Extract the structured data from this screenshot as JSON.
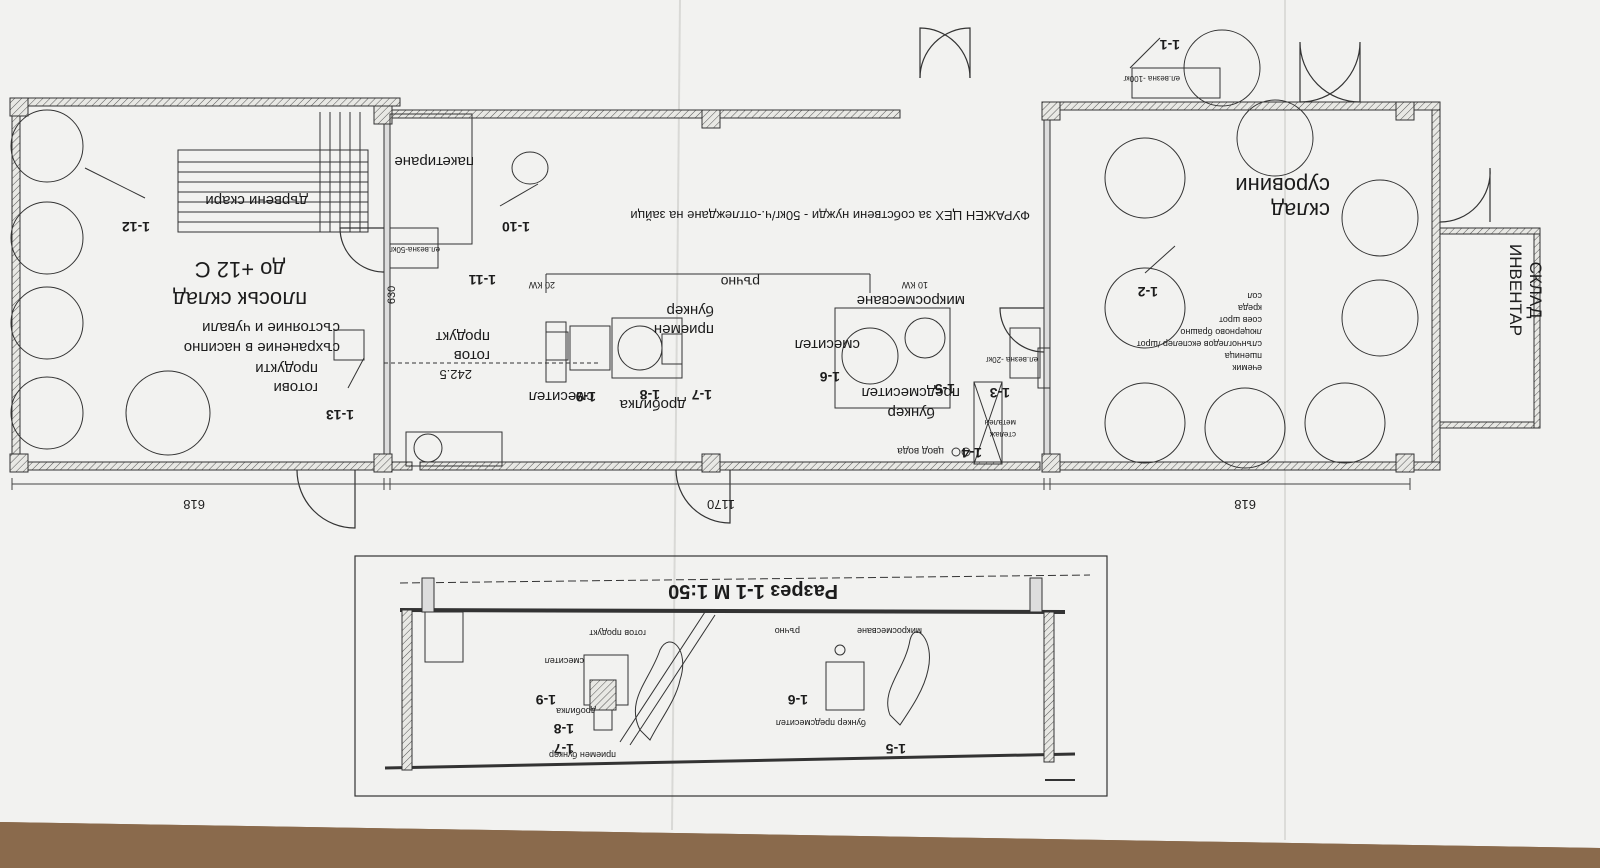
{
  "plan": {
    "zones": {
      "cold_storage": {
        "title_line1": "плоськ склад",
        "title_line2": "до +12 С",
        "note_line1": "готови",
        "note_line2": "продукти",
        "note_line3": "съхранение в насипно",
        "note_line4": "състояние и чували",
        "rack_label": "дървени скари"
      },
      "workshop": {
        "title": "ФУРАЖЕН ЦЕХ за собствени нужди - 50кг/ч.-отглеждане на зайци",
        "packing": "пакетиране",
        "ready_product_1": "готов",
        "ready_product_2": "продукт",
        "manual": "ръчно",
        "hopper_recv_1": "приемен",
        "hopper_recv_2": "бункер",
        "crusher": "дробилка",
        "mixer": "смесител",
        "mixer2": "смесител",
        "micro_mix": "микросмесване",
        "pre_mix_1": "бункер",
        "pre_mix_2": "предсмесител",
        "power_20": "20 КW",
        "power_10": "10 КW",
        "scale_50": "ел.везна-50кг",
        "scale_20": "ел.везна -20кг",
        "water": "цвод вода",
        "shelf_1": "метален",
        "shelf_2": "стелаж",
        "dim_width": "242.5",
        "dim_door": "630"
      },
      "raw_storage": {
        "title_line1": "склад",
        "title_line2": "суровини",
        "scale_100": "ел.везна -100кг",
        "ingredients": [
          "ечемик",
          "пшеница",
          "слънчогледов експелер /шрот",
          "люцерново брашно",
          "соев шрот",
          "креда",
          "сол"
        ]
      },
      "inventory": {
        "title_line1": "СКЛАД",
        "title_line2": "ИНВЕНТАР"
      }
    },
    "tags": [
      "1-1",
      "1-2",
      "1-3",
      "1-4",
      "1-5",
      "1-6",
      "1-7",
      "1-8",
      "1-9",
      "1-10",
      "1-11",
      "1-12",
      "1-13"
    ],
    "dimensions": {
      "left": "618",
      "middle": "1170",
      "right": "618"
    }
  },
  "section": {
    "title": "Разрез 1-1 М 1:50",
    "labels": {
      "ready": "готов продукт",
      "mixer": "смесител",
      "crusher": "дробилка",
      "receiving": "приемен бункер",
      "manual": "ръчно",
      "micro": "микросмесване",
      "premix": "бункер предсмесител"
    },
    "tags": [
      "1-5",
      "1-6",
      "1-7",
      "1-8",
      "1-9"
    ]
  },
  "colors": {
    "paper": "#f2f2f0",
    "wall": "#dcdcd8",
    "ink": "#1c1c1c",
    "table": "#8a6a4c"
  }
}
